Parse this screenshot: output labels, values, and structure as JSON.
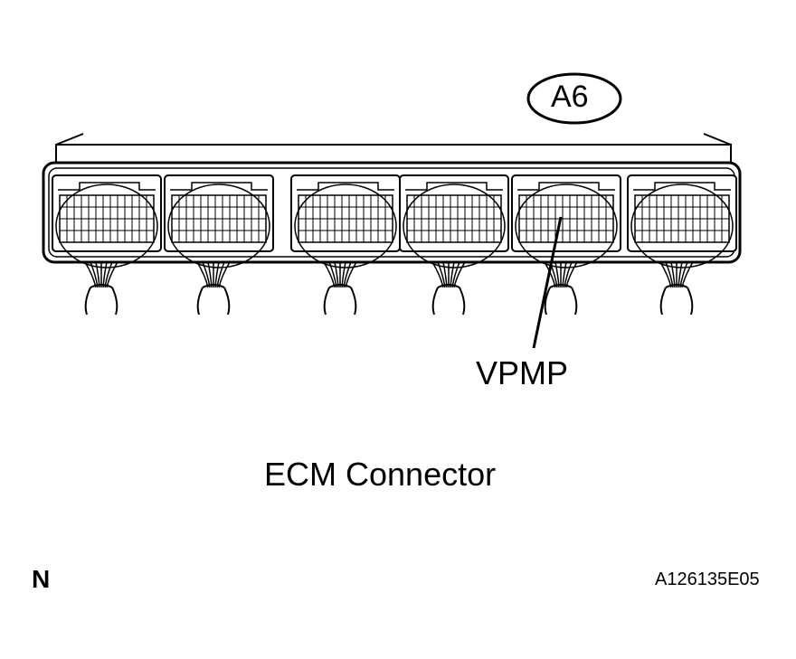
{
  "diagram": {
    "connector_tag": "A6",
    "pin_label": "VPMP",
    "caption": "ECM Connector",
    "corner_mark": "N",
    "figure_id": "A126135E05"
  },
  "colors": {
    "ink": "#000000",
    "paper": "#ffffff"
  }
}
